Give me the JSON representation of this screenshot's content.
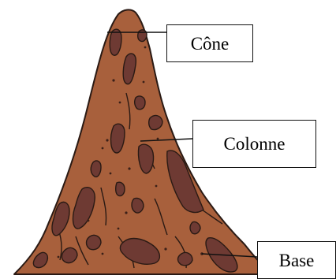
{
  "labels": {
    "cone": "Cône",
    "colonne": "Colonne",
    "base": "Base"
  },
  "colors": {
    "body": "#a8603c",
    "spots": "#6e3a33",
    "outline": "#2a1a14",
    "dots": "#3b2018"
  }
}
